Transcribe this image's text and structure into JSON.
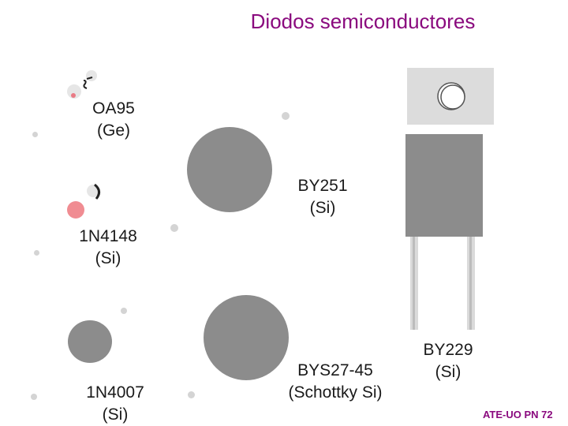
{
  "title": "Diodos semiconductores",
  "components": [
    {
      "name": "OA95",
      "material": "(Ge)"
    },
    {
      "name": "BY251",
      "material": "(Si)"
    },
    {
      "name": "1N4148",
      "material": "(Si)"
    },
    {
      "name": "1N4007",
      "material": "(Si)"
    },
    {
      "name": "BYS27-45",
      "material": "(Schottky Si)"
    },
    {
      "name": "BY229",
      "material": "(Si)"
    }
  ],
  "footer": "ATE-UO PN 72",
  "colors": {
    "title": "#8a0a7e",
    "component_body": "#8c8c8c",
    "accent_dot": "#f08c92"
  }
}
